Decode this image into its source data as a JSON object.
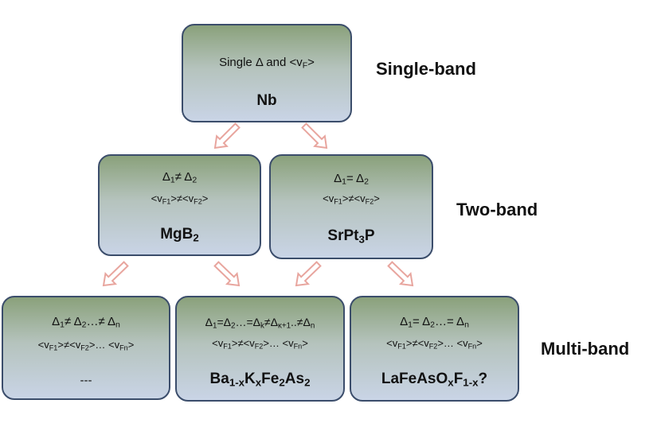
{
  "levels": {
    "single": "Single-band",
    "two": "Two-band",
    "multi": "Multi-band"
  },
  "nodes": {
    "nb": {
      "line1_pre": "Single Δ and  <v",
      "line1_sub": "F",
      "line1_post": ">",
      "main": "Nb"
    },
    "mgb2": {
      "gap": [
        "Δ",
        "1",
        "≠ Δ",
        "2"
      ],
      "vel": [
        "<v",
        "F1",
        ">≠<v",
        "F2",
        ">"
      ],
      "main": [
        "MgB",
        "2"
      ]
    },
    "srpt": {
      "gap": [
        "Δ",
        "1",
        "= Δ",
        "2"
      ],
      "vel": [
        "<v",
        "F1",
        ">≠<v",
        "F2",
        ">"
      ],
      "main": [
        "SrPt",
        "3",
        "P"
      ]
    },
    "multi1": {
      "gap": [
        "Δ",
        "1",
        "≠ Δ",
        "2",
        "…≠ Δ",
        "n"
      ],
      "vel": [
        "<v",
        "F1",
        ">≠<v",
        "F2",
        ">… <v",
        "Fn",
        ">"
      ],
      "main": "---"
    },
    "multi2": {
      "gap": [
        "Δ",
        "1",
        "=Δ",
        "2",
        "…=Δ",
        "k",
        "≠Δ",
        "κ+1",
        "..≠Δ",
        "n"
      ],
      "vel": [
        "<v",
        "F1",
        ">≠<v",
        "F2",
        ">… <v",
        "Fn",
        ">"
      ],
      "main": [
        "Ba",
        "1-x",
        "K",
        "x",
        "Fe",
        "2",
        "As",
        "2"
      ]
    },
    "multi3": {
      "gap": [
        "Δ",
        "1",
        "= Δ",
        "2",
        "…= Δ",
        "n"
      ],
      "vel": [
        "<v",
        "F1",
        ">≠<v",
        "F2",
        ">… <v",
        "Fn",
        ">"
      ],
      "main": [
        "LaFeAsO",
        "x",
        "F",
        "1-x",
        "?"
      ]
    }
  },
  "colors": {
    "box_top": "#8aa17b",
    "box_bottom": "#c9d4e6",
    "border": "#3b4d6b",
    "arrow": "#e8a59e"
  }
}
